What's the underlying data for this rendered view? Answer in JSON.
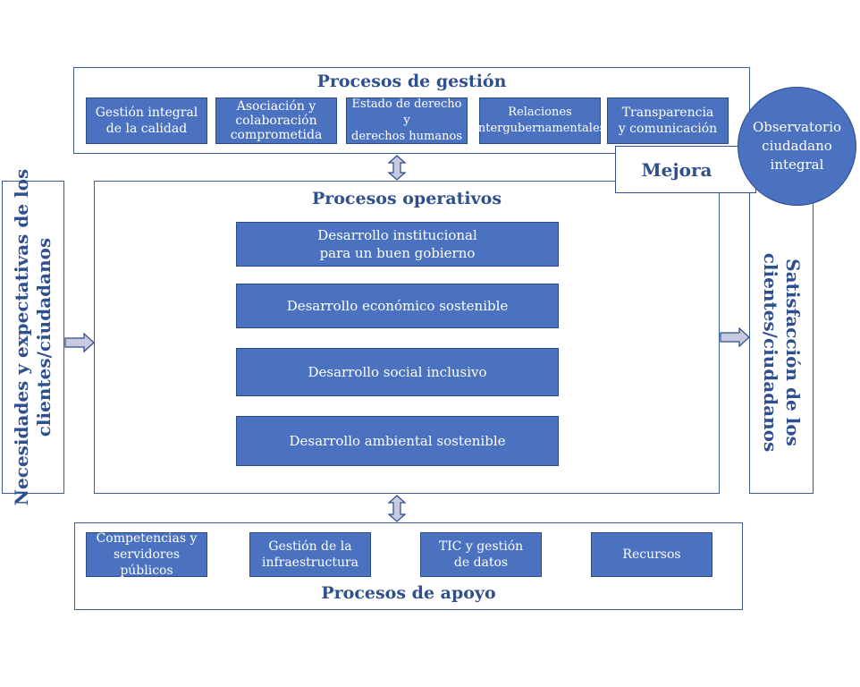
{
  "gestion": {
    "title": "Procesos de gestión",
    "items": [
      "Gestión integral\nde la calidad",
      "Asociación y\ncolaboración\ncomprometida",
      "Estado de derecho y\nderechos humanos",
      "Relaciones\nintergubernamentales",
      "Transparencia\ny comunicación"
    ]
  },
  "operativos": {
    "title": "Procesos operativos",
    "items": [
      "Desarrollo institucional\npara un buen gobierno",
      "Desarrollo económico sostenible",
      "Desarrollo social inclusivo",
      "Desarrollo ambiental sostenible"
    ]
  },
  "apoyo": {
    "title": "Procesos de apoyo",
    "items": [
      "Competencias y\nservidores públicos",
      "Gestión de la\ninfraestructura",
      "TIC y gestión\nde datos",
      "Recursos"
    ]
  },
  "left_panel": {
    "label": "Necesidades y expectativas de los\nclientes/ciudadanos"
  },
  "right_panel": {
    "label": "Satisfacción de los\nclientes/ciudadanos"
  },
  "mejora": {
    "label": "Mejora"
  },
  "observatorio": {
    "label": "Observatorio\nciudadano\nintegral"
  },
  "colors": {
    "primary": "#4a72c0",
    "border": "#2a4a8c",
    "text": "#2f4f8f",
    "arrow": "#c7cbe0"
  }
}
